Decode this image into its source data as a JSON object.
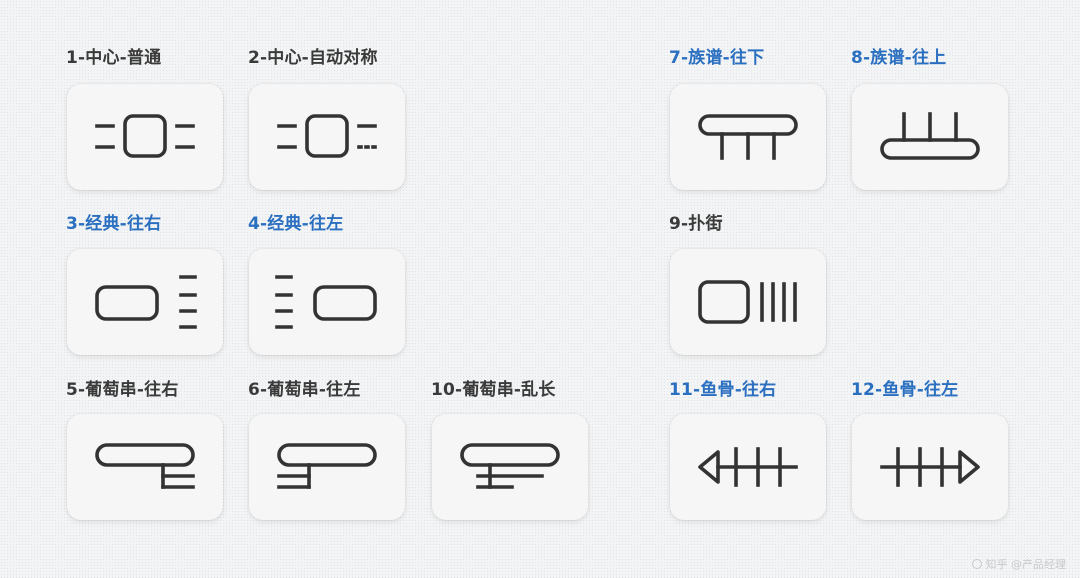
{
  "layouts": [
    {
      "id": "l1",
      "label": "1-中心-普通",
      "color": "dark"
    },
    {
      "id": "l2",
      "label": "2-中心-自动对称",
      "color": "dark"
    },
    {
      "id": "l3",
      "label": "3-经典-往右",
      "color": "blue"
    },
    {
      "id": "l4",
      "label": "4-经典-往左",
      "color": "blue"
    },
    {
      "id": "l5",
      "label": "5-葡萄串-往右",
      "color": "dark"
    },
    {
      "id": "l6",
      "label": "6-葡萄串-往左",
      "color": "dark"
    },
    {
      "id": "l7",
      "label": "7-族谱-往下",
      "color": "blue"
    },
    {
      "id": "l8",
      "label": "8-族谱-往上",
      "color": "blue"
    },
    {
      "id": "l9",
      "label": "9-扑街",
      "color": "dark"
    },
    {
      "id": "l10",
      "label": "10-葡萄串-乱长",
      "color": "dark"
    },
    {
      "id": "l11",
      "label": "11-鱼骨-往右",
      "color": "blue"
    },
    {
      "id": "l12",
      "label": "12-鱼骨-往左",
      "color": "blue"
    }
  ],
  "colors": {
    "dark": "#3a3a3a",
    "blue": "#2a6fc0",
    "icon_stroke": "#333333",
    "card_bg": "#f6f6f7"
  },
  "watermark": {
    "text": "知乎 @产品经理"
  }
}
